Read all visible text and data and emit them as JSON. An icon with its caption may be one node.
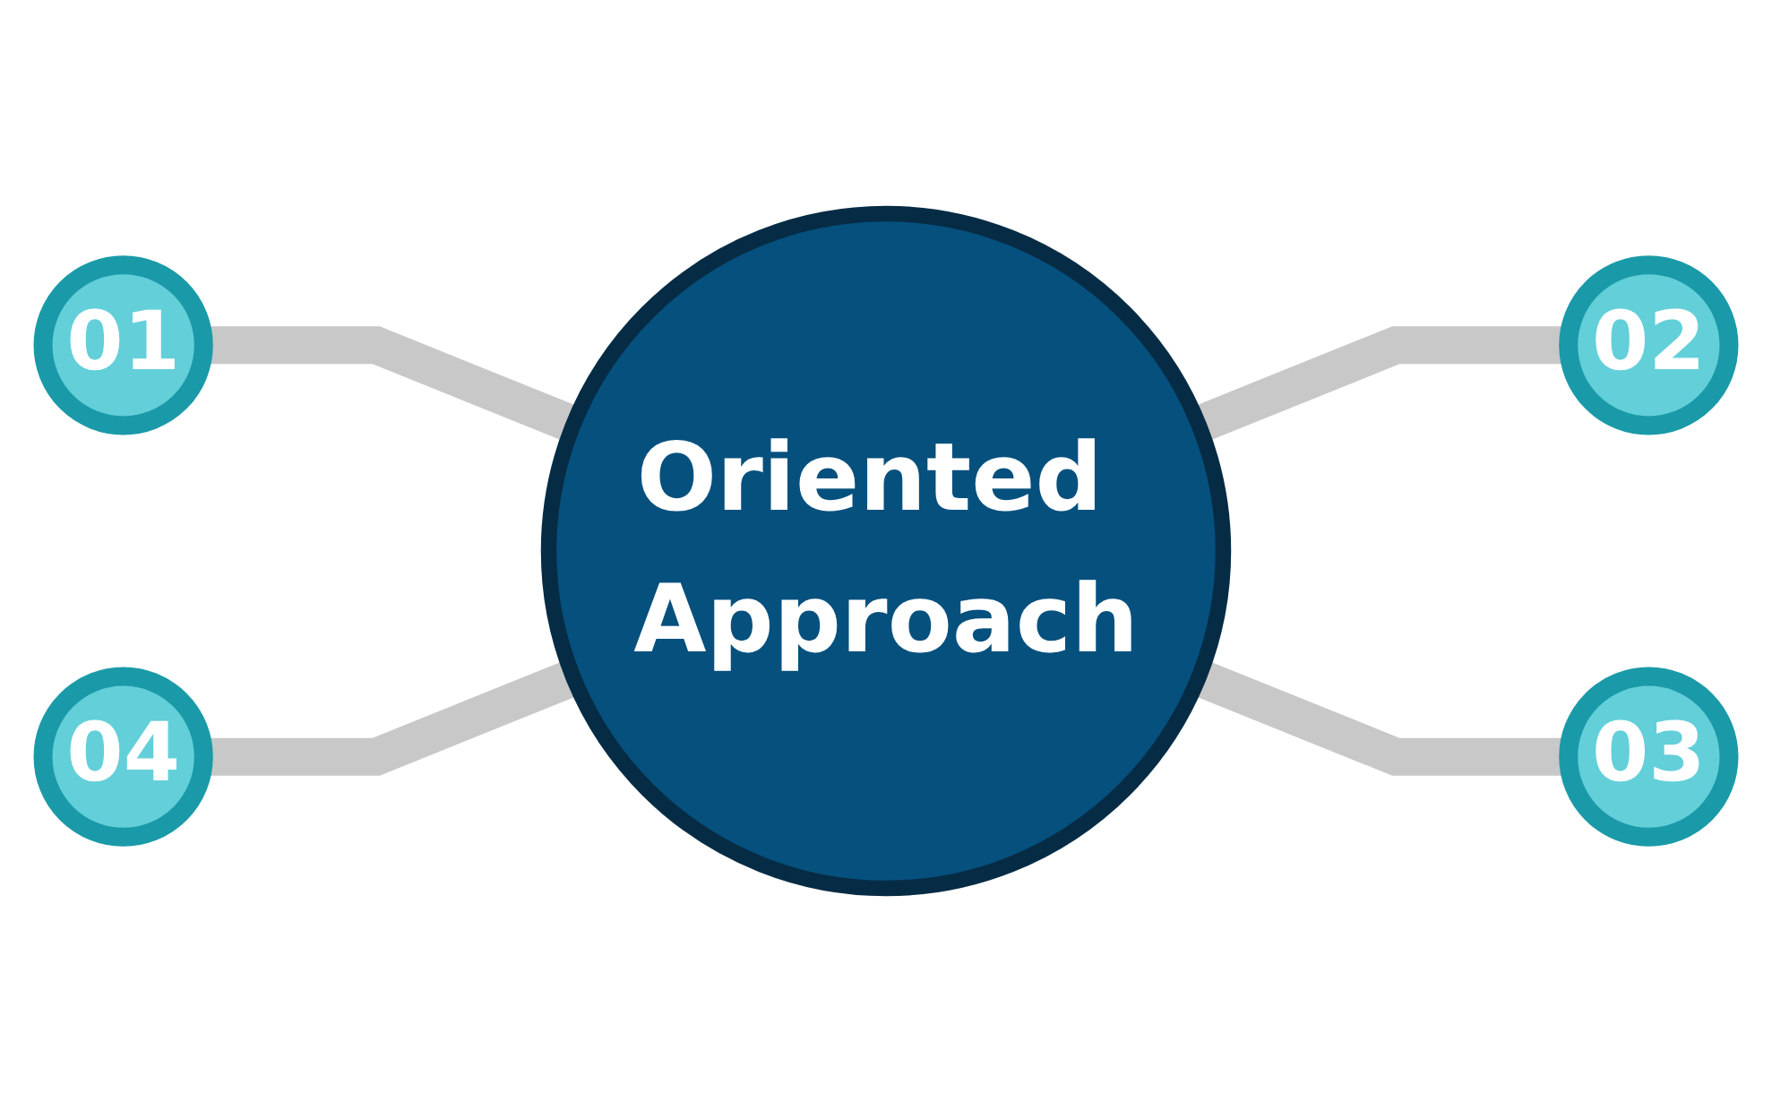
{
  "diagram": {
    "nodes": [
      {
        "text": [
          "01"
        ]
      },
      {
        "text": [
          "02"
        ]
      },
      {
        "text": [
          "Oriented Approach"
        ]
      },
      {
        "text": [
          "04"
        ]
      },
      {
        "text": [
          "03"
        ]
      }
    ],
    "edges": [
      {
        "from": 0,
        "to": 2,
        "arrow": "none"
      },
      {
        "from": 2,
        "to": 1,
        "arrow": "none"
      },
      {
        "from": 3,
        "to": 2,
        "arrow": "none"
      },
      {
        "from": 2,
        "to": 4,
        "arrow": "none"
      }
    ]
  }
}
